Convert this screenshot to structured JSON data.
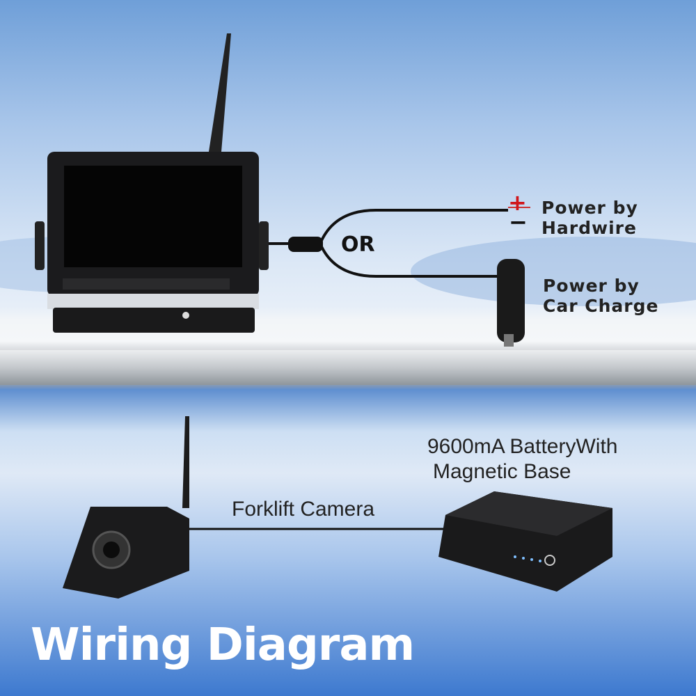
{
  "labels": {
    "or": "OR",
    "plus": "+",
    "minus": "−",
    "hardwire_line1": "Power by",
    "hardwire_line2": "Hardwire",
    "car_line1": "Power by",
    "car_line2": "Car Charge",
    "battery_line1": "9600mA BatteryWith",
    "battery_line2": "Magnetic Base",
    "camera": "Forklift Camera",
    "title": "Wiring Diagram"
  },
  "colors": {
    "plus": "#d0161b",
    "title": "#ffffff",
    "text": "#222222"
  }
}
